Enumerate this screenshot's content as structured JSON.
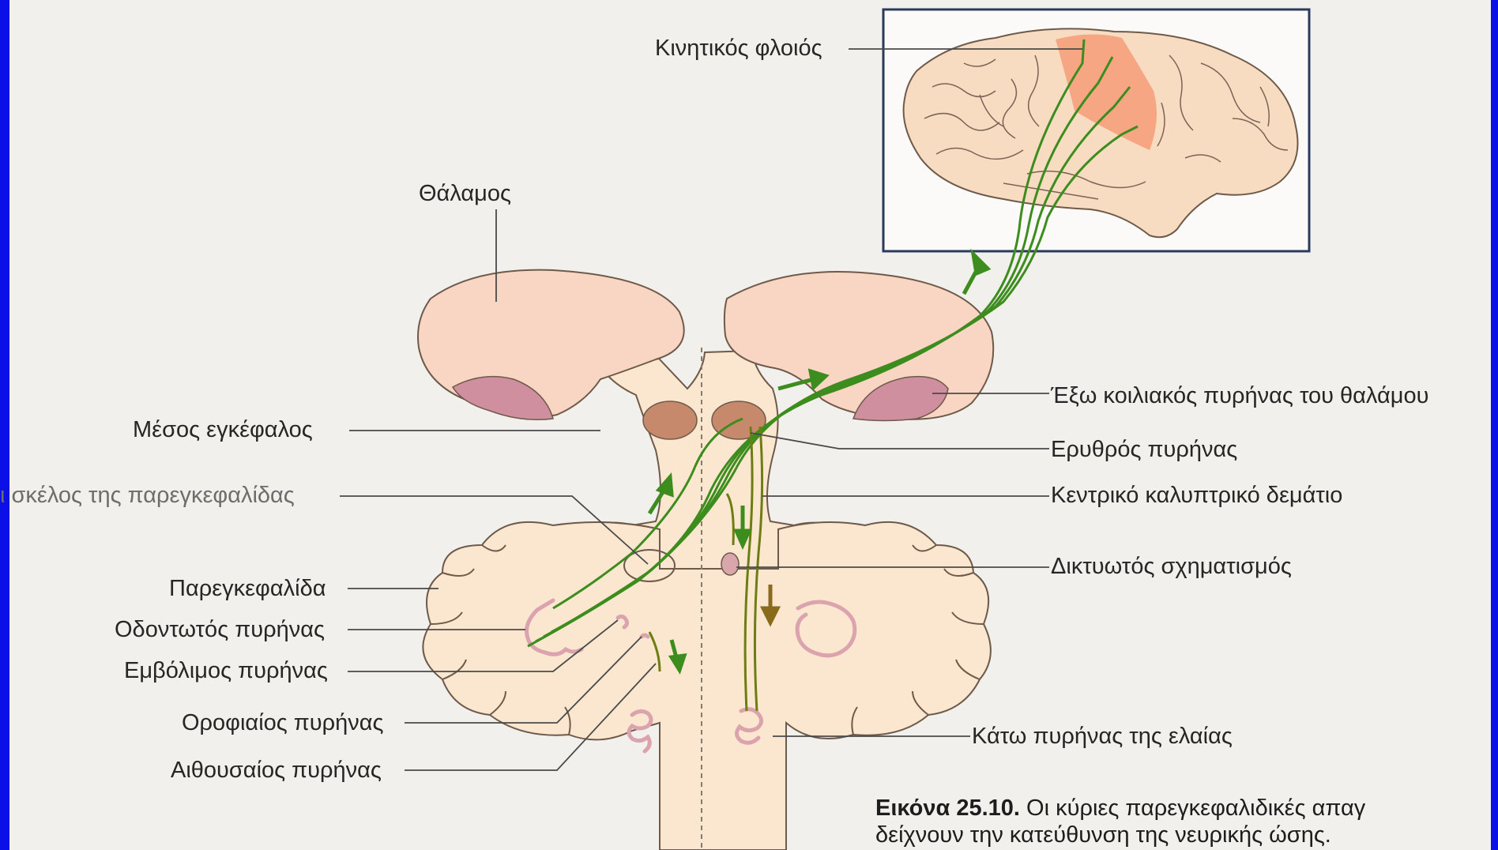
{
  "labels": {
    "motor_cortex": "Κινητικός φλοιός",
    "thalamus": "Θάλαμος",
    "vl_nucleus": "Έξω κοιλιακός πυρήνας του θαλάμου",
    "midbrain": "Μέσος εγκέφαλος",
    "red_nucleus": "Ερυθρός πυρήνας",
    "peduncle": "ι σκέλος της παρεγκεφαλίδας",
    "central_tegmental": "Κεντρικό καλυπτρικό δεμάτιο",
    "reticular": "Δικτυωτός σχηματισμός",
    "cerebellum": "Παρεγκεφαλίδα",
    "dentate": "Οδοντωτός πυρήνας",
    "emboliform": "Εμβόλιμος πυρήνας",
    "fastigial": "Οροφιαίος πυρήνας",
    "globose": "Αιθουσαίος πυρήνας",
    "inferior_olive": "Κάτω πυρήνας της ελαίας"
  },
  "caption": {
    "figure": "Εικόνα 25.10.",
    "line1": "Οι κύριες παρεγκεφαλιδικές απαγ",
    "line2": "δείχνουν την κατεύθυνση της νευρικής ώσης."
  },
  "colors": {
    "tissue": "#fbe7cf",
    "thalamus": "#f9d5c3",
    "nucleus_pink": "#cf8f9e",
    "red_nucleus": "#c6896b",
    "motor_strip": "#f5a07c",
    "pathway_green": "#3d8c1e",
    "pathway_olive": "#6c7e12",
    "arrow_brown": "#8a6a1b"
  }
}
